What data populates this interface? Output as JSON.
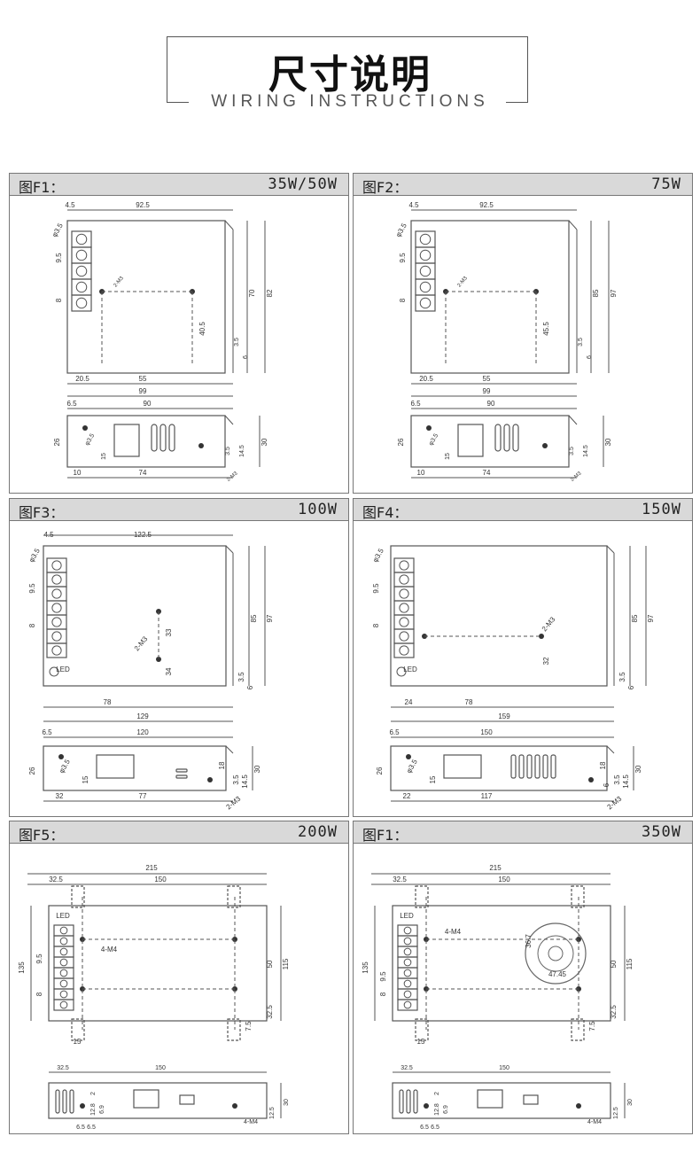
{
  "header": {
    "title": "尺寸说明",
    "subtitle": "WIRING INSTRUCTIONS"
  },
  "panels": [
    {
      "label": "图F1：",
      "wattage": "35W/50W",
      "top": {
        "dims": [
          "4.5",
          "92.5",
          "φ3.5",
          "9.5",
          "8",
          "2-M3",
          "40.5",
          "70",
          "82",
          "3.5",
          "6",
          "20.5",
          "55",
          "99"
        ]
      },
      "side": {
        "dims": [
          "6.5",
          "90",
          "φ3.5",
          "26",
          "15",
          "3.5",
          "14.5",
          "30",
          "10",
          "74",
          "2-M3"
        ]
      }
    },
    {
      "label": "图F2：",
      "wattage": "75W",
      "top": {
        "dims": [
          "4.5",
          "92.5",
          "φ3.5",
          "9.5",
          "8",
          "2-M3",
          "45.5",
          "85",
          "97",
          "3.5",
          "6",
          "20.5",
          "55",
          "99"
        ]
      },
      "side": {
        "dims": [
          "6.5",
          "90",
          "φ3.5",
          "26",
          "15",
          "3.5",
          "14.5",
          "30",
          "10",
          "74",
          "2-M3"
        ]
      }
    },
    {
      "label": "图F3：",
      "wattage": "100W",
      "top": {
        "dims": [
          "4.5",
          "122.5",
          "φ3.5",
          "9.5",
          "8",
          "2-M3",
          "33",
          "34",
          "85",
          "97",
          "3.5",
          "6",
          "78",
          "129",
          "LED"
        ]
      },
      "side": {
        "dims": [
          "6.5",
          "120",
          "φ3.5",
          "26",
          "15",
          "18",
          "3.5",
          "14.5",
          "30",
          "32",
          "77",
          "2-M3"
        ]
      }
    },
    {
      "label": "图F4：",
      "wattage": "150W",
      "top": {
        "dims": [
          "φ3.5",
          "9.5",
          "8",
          "2-M3",
          "32",
          "85",
          "97",
          "3.5",
          "6",
          "24",
          "78",
          "159",
          "LED"
        ]
      },
      "side": {
        "dims": [
          "6.5",
          "150",
          "φ3.5",
          "26",
          "15",
          "18",
          "3.5",
          "14.5",
          "30",
          "22",
          "117",
          "2-M3",
          "6"
        ]
      }
    },
    {
      "label": "图F5：",
      "wattage": "200W",
      "top": {
        "dims": [
          "215",
          "32.5",
          "150",
          "LED",
          "4-M4",
          "9.5",
          "8",
          "135",
          "50",
          "115",
          "32.5",
          "7.5",
          "15"
        ]
      },
      "side": {
        "dims": [
          "32.5",
          "150",
          "2",
          "12.8",
          "6.9",
          "30",
          "12.5",
          "4-M4",
          "6.5",
          "6.5"
        ]
      }
    },
    {
      "label": "图F1：",
      "wattage": "350W",
      "top": {
        "dims": [
          "215",
          "32.5",
          "150",
          "LED",
          "4-M4",
          "36.7",
          "9.5",
          "8",
          "135",
          "47.45",
          "50",
          "115",
          "32.5",
          "7.5",
          "15"
        ]
      },
      "side": {
        "dims": [
          "32.5",
          "150",
          "2",
          "12.8",
          "6.9",
          "30",
          "12.5",
          "4-M4",
          "6.5",
          "6.5"
        ]
      }
    }
  ]
}
